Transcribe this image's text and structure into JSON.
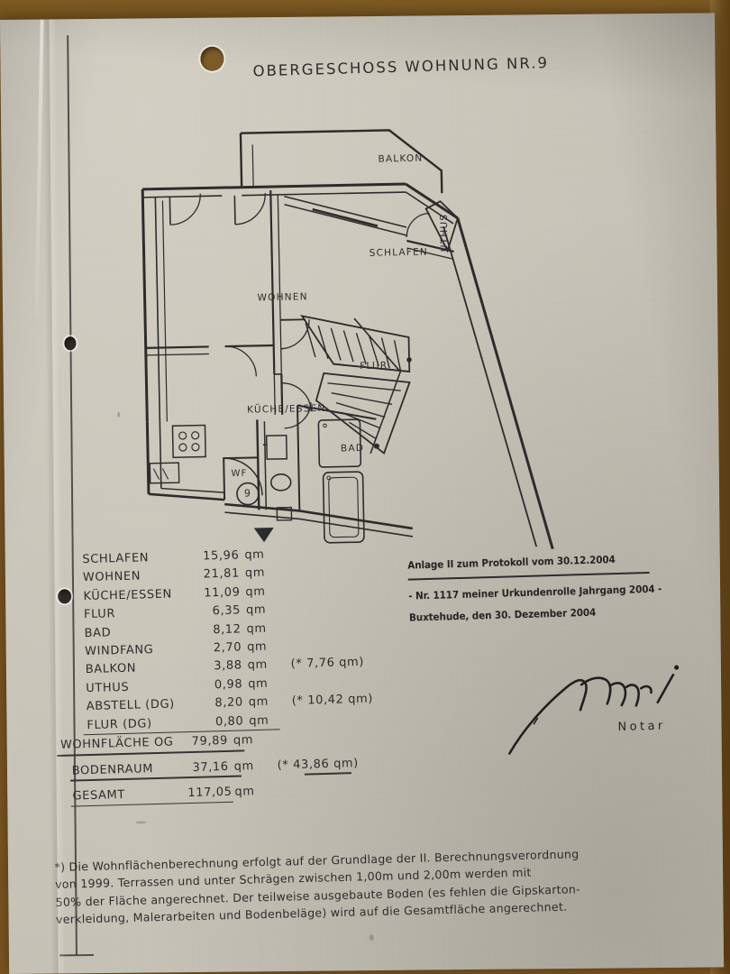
{
  "document": {
    "title": "OBERGESCHOSS WOHNUNG NR.9",
    "apartment_marker": "9"
  },
  "floorplan": {
    "labels": {
      "balkon": "BALKON",
      "uthus": "UTHUS",
      "schlafen": "SCHLAFEN",
      "wohnen": "WOHNEN",
      "flur": "FLUR",
      "kueche_essen": "KÜCHE/ESSEN",
      "bad": "BAD",
      "wf": "WF",
      "unit_number": "9"
    }
  },
  "area_table": {
    "unit": "qm",
    "rows": [
      {
        "name": "SCHLAFEN",
        "value": "15,96",
        "unit": "qm",
        "note": ""
      },
      {
        "name": "WOHNEN",
        "value": "21,81",
        "unit": "qm",
        "note": ""
      },
      {
        "name": "KÜCHE/ESSEN",
        "value": "11,09",
        "unit": "qm",
        "note": ""
      },
      {
        "name": "FLUR",
        "value": "6,35",
        "unit": "qm",
        "note": ""
      },
      {
        "name": "BAD",
        "value": "8,12",
        "unit": "qm",
        "note": ""
      },
      {
        "name": "WINDFANG",
        "value": "2,70",
        "unit": "qm",
        "note": ""
      },
      {
        "name": "BALKON",
        "value": "3,88",
        "unit": "qm",
        "note": "(*  7,76  qm)"
      },
      {
        "name": "UTHUS",
        "value": "0,98",
        "unit": "qm",
        "note": ""
      },
      {
        "name": "ABSTELL (DG)",
        "value": "8,20",
        "unit": "qm",
        "note": "(* 10,42  qm)"
      },
      {
        "name": "FLUR (DG)",
        "value": "0,80",
        "unit": "qm",
        "note": ""
      }
    ],
    "totals": [
      {
        "name": "WOHNFLÄCHE OG",
        "value": "79,89",
        "unit": "qm",
        "note": ""
      },
      {
        "name": "BODENRAUM",
        "value": "37,16",
        "unit": "qm",
        "note": "(* 43,86  qm)"
      },
      {
        "name": "GESAMT",
        "value": "117,05",
        "unit": "qm",
        "note": ""
      }
    ]
  },
  "notary_block": {
    "attachment": "Anlage II zum Protokoll vom 30.12.2004",
    "roll_number": "-  Nr. 1117 meiner Urkundenrolle Jahrgang 2004   -",
    "place_date": "Buxtehude, den 30. Dezember 2004",
    "signature_role": "Notar"
  },
  "footnote": {
    "lines": [
      "*) Die Wohnflächenberechnung erfolgt auf der Grundlage der II. Berechnungsverordnung",
      "von 1999. Terrassen und unter Schrägen zwischen 1,00m und 2,00m werden mit",
      "50% der Fläche angerechnet. Der teilweise ausgebaute Boden (es fehlen die Gipskarton-",
      "verkleidung, Malerarbeiten und Bodenbeläge) wird auf die Gesamtfläche angerechnet."
    ]
  },
  "colors": {
    "paper": "#c9c5b9",
    "ink": "#2b2b2b",
    "desk": "#7a5420"
  }
}
